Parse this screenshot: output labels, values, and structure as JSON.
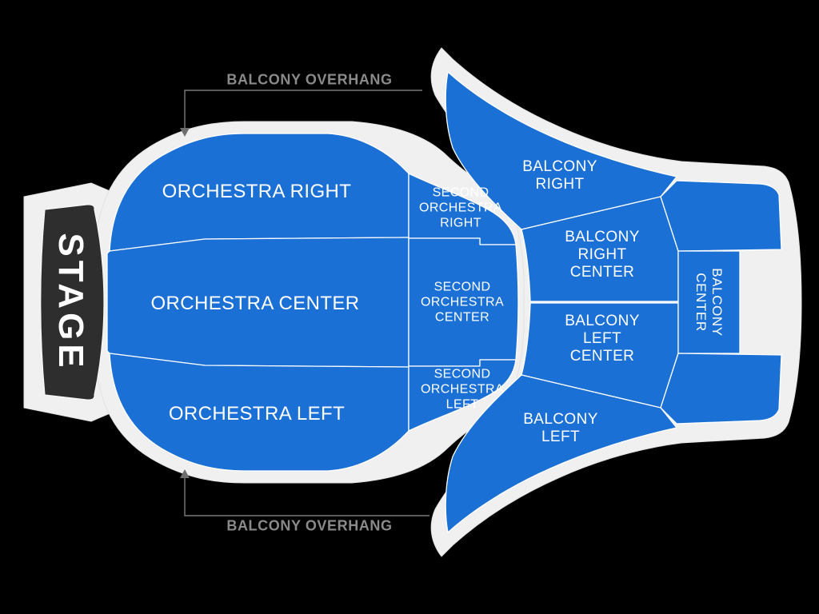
{
  "stage": {
    "label": "STAGE"
  },
  "sections": {
    "orchestra_right": {
      "label": "ORCHESTRA RIGHT"
    },
    "orchestra_center": {
      "label": "ORCHESTRA CENTER"
    },
    "orchestra_left": {
      "label": "ORCHESTRA LEFT"
    },
    "second_orchestra_right": {
      "label": "SECOND\nORCHESTRA\nRIGHT"
    },
    "second_orchestra_center": {
      "label": "SECOND\nORCHESTRA\nCENTER"
    },
    "second_orchestra_left": {
      "label": "SECOND\nORCHESTRA\nLEFT"
    },
    "balcony_right": {
      "label": "BALCONY\nRIGHT"
    },
    "balcony_right_center": {
      "label": "BALCONY\nRIGHT\nCENTER"
    },
    "balcony_center": {
      "label": "BALCONY\nCENTER"
    },
    "balcony_left_center": {
      "label": "BALCONY\nLEFT\nCENTER"
    },
    "balcony_left": {
      "label": "BALCONY\nLEFT"
    }
  },
  "annotations": {
    "balcony_overhang_top": {
      "label": "BALCONY OVERHANG"
    },
    "balcony_overhang_bottom": {
      "label": "BALCONY OVERHANG"
    }
  },
  "colors": {
    "background": "#000000",
    "venue_outline": "#f0f0f0",
    "venue_edge": "#e2e2e2",
    "section_fill": "#1b70d5",
    "section_divider": "#ffffff",
    "stage_fill": "#2e2e2e",
    "stage_text": "#ffffff",
    "section_text": "#ffffff",
    "annotation_text": "#8a8a8a",
    "annotation_line": "#8f8f8f",
    "annotation_arrow": "#6e6e6e"
  }
}
